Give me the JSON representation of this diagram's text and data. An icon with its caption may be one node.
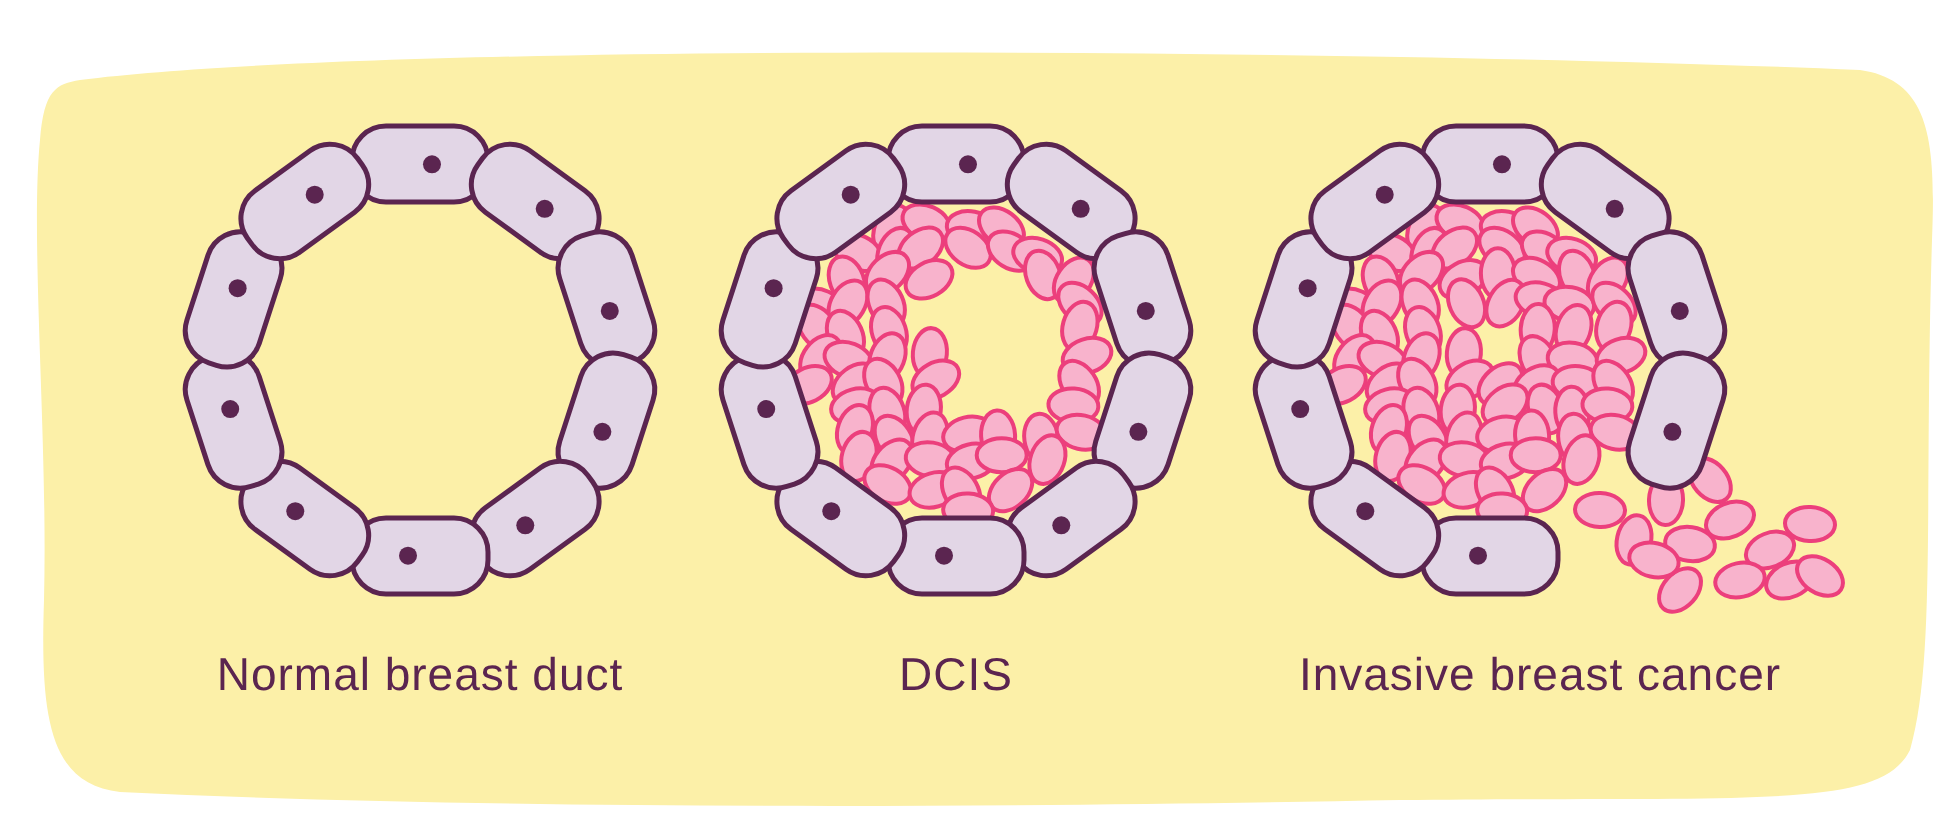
{
  "diagram": {
    "labels": [
      "Normal breast duct",
      "DCIS",
      "Invasive breast cancer"
    ]
  }
}
